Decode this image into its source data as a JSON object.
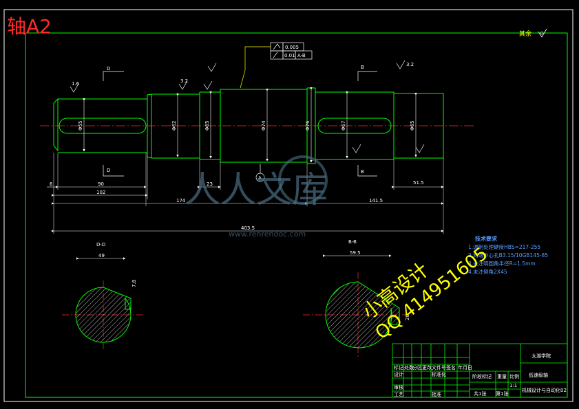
{
  "sheet_title": "轴A2",
  "roughness_note": "其余",
  "tolerance": {
    "v1": "0.005",
    "v2": "0.01",
    "ref": "A-B"
  },
  "datum_label": "A",
  "section_markers": {
    "d": "D",
    "b": "B"
  },
  "roughness": {
    "r1": "1.6",
    "r2": "3.2",
    "r3": "3.2"
  },
  "diameters": {
    "d55": "Φ55",
    "d62": "Φ62",
    "d65a": "Φ65",
    "d74": "Φ74",
    "d76": "Φ76",
    "d67": "Φ67",
    "d65b": "Φ65"
  },
  "lengths": {
    "l6": "6",
    "l90": "90",
    "l102": "102",
    "l23": "23",
    "l51_5": "51.5",
    "l174": "174",
    "l141_5": "141.5",
    "l403_5": "403.5"
  },
  "sections": {
    "dd": {
      "title": "D-D",
      "width": "49",
      "depth": "7.8"
    },
    "bb": {
      "title": "B-B",
      "width": "59.5",
      "depth": "20"
    }
  },
  "tech_requirements": {
    "title": "技术要求",
    "items": [
      "1.调制处理硬度HBS=217-255",
      "2.两端中心孔B3.15/10GB145-85",
      "3.未注明圆角半径R=1.5mm",
      "4.未注倒角2X45"
    ]
  },
  "title_block": {
    "school": "太湖学院",
    "part_name": "低速级轴",
    "sub_label": "机械设计与自动化02",
    "stage_cells": [
      "阶段标记",
      "重量",
      "比例"
    ],
    "scale": "1:1",
    "row_labels": [
      "标记",
      "处数",
      "分区",
      "更改文件号",
      "签名",
      "年月日"
    ],
    "design_row": [
      "设计",
      "标准化"
    ],
    "bottom_row": [
      "审核",
      "工艺",
      "批准"
    ],
    "sheet_cells": [
      "共1张",
      "第1张"
    ]
  },
  "overlay": {
    "line1": "小高设计",
    "line2": "QQ 414951605"
  },
  "watermark": {
    "main": "人人文库",
    "url": "www.renrendoc.com"
  },
  "colors": {
    "line": "#00ff00",
    "dim": "#ffffff",
    "center": "#ff2a2a",
    "text": "#5b9bff",
    "overlay": "#ffff00"
  }
}
